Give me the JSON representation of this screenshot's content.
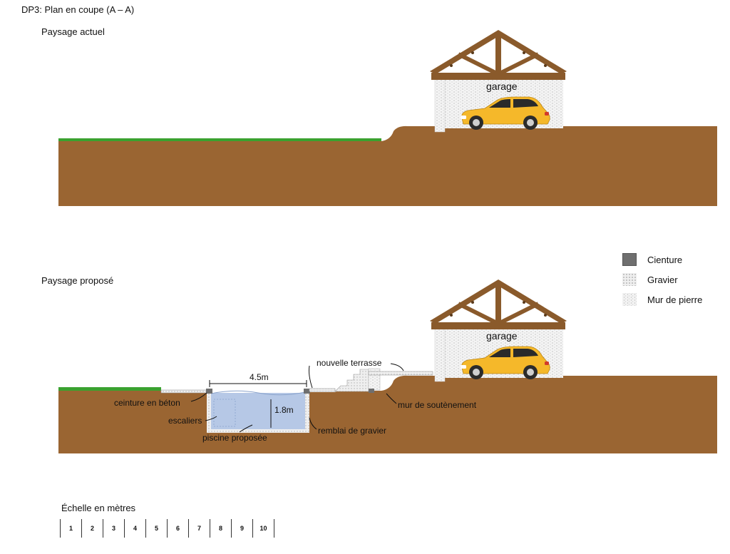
{
  "main_title": "DP3: Plan en coupe (A – A)",
  "section_current": {
    "title": "Paysage actuel",
    "garage_label": "garage"
  },
  "section_proposed": {
    "title": "Paysage proposé",
    "garage_label": "garage",
    "dimension_width": "4.5m",
    "dimension_depth": "1.8m",
    "labels": {
      "terrace": "nouvelle terrasse",
      "belt": "ceinture en béton",
      "stairs": "escaliers",
      "pool": "piscine proposée",
      "gravel_fill": "remblai de gravier",
      "retaining_wall": "mur de soutènement"
    }
  },
  "legend": [
    {
      "label": "Cienture",
      "swatch": "ceinture"
    },
    {
      "label": "Gravier",
      "swatch": "gravier"
    },
    {
      "label": "Mur de pierre",
      "swatch": "mur"
    }
  ],
  "scale": {
    "title": "Échelle en mètres",
    "ticks": [
      "1",
      "2",
      "3",
      "4",
      "5",
      "6",
      "7",
      "8",
      "9",
      "10"
    ]
  },
  "colors": {
    "soil": "#9a6532",
    "grass": "#3aa12f",
    "roof_timber": "#8a5a2b",
    "water": "#b6c8e6",
    "car_body": "#f5b82a"
  }
}
